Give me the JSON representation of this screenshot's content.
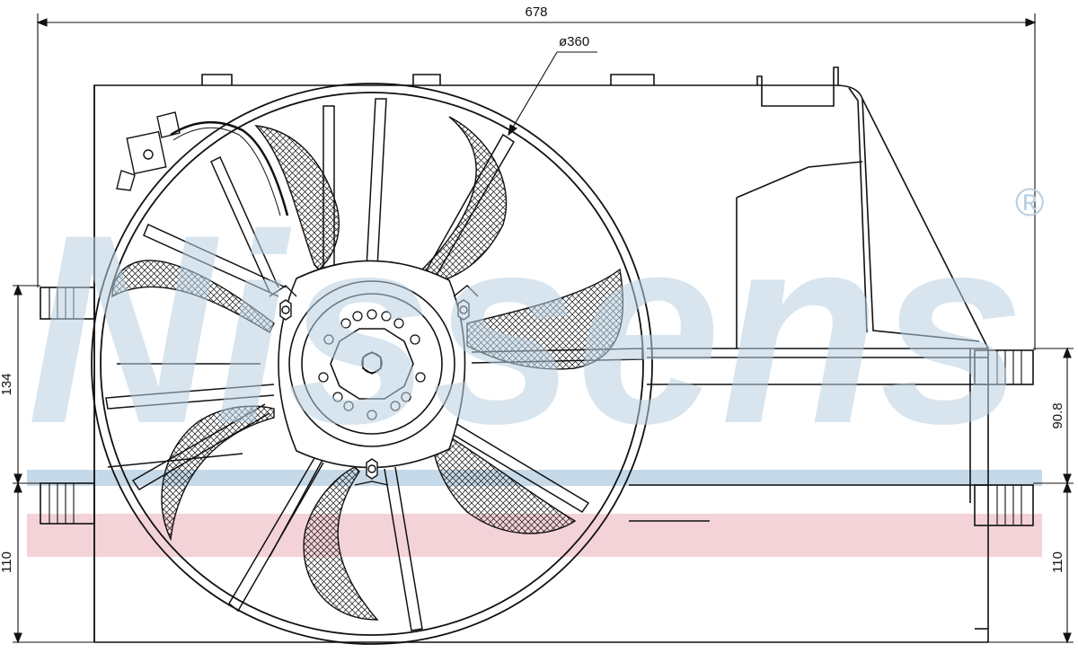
{
  "dimensions": {
    "overall_width": "678",
    "fan_diameter": "ø360",
    "left_height": "134",
    "left_bottom": "110",
    "right_height": "90.8",
    "right_bottom": "110"
  },
  "watermark": {
    "brand": "Nissens",
    "registered": "®"
  },
  "colors": {
    "line": "#111111",
    "watermark_blue": "#b8cfe2",
    "watermark_red": "#efc3cb",
    "background": "#ffffff"
  }
}
